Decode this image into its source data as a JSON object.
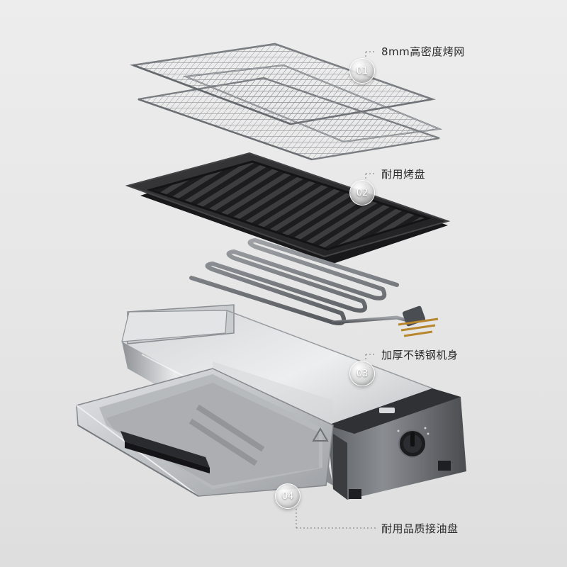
{
  "callouts": [
    {
      "number": "01",
      "label": "8mm高密度烤网"
    },
    {
      "number": "02",
      "label": "耐用烤盘"
    },
    {
      "number": "03",
      "label": "加厚不锈钢机身"
    },
    {
      "number": "04",
      "label": "耐用品质接油盘"
    }
  ],
  "colors": {
    "background": "#e8e8e8",
    "grill_pan": "#2b2b2d",
    "steel": "#b8bbbe",
    "control_panel": "#3a3c40"
  },
  "icons": {
    "knob": "control-knob-icon",
    "warning": "warning-triangle-icon"
  }
}
